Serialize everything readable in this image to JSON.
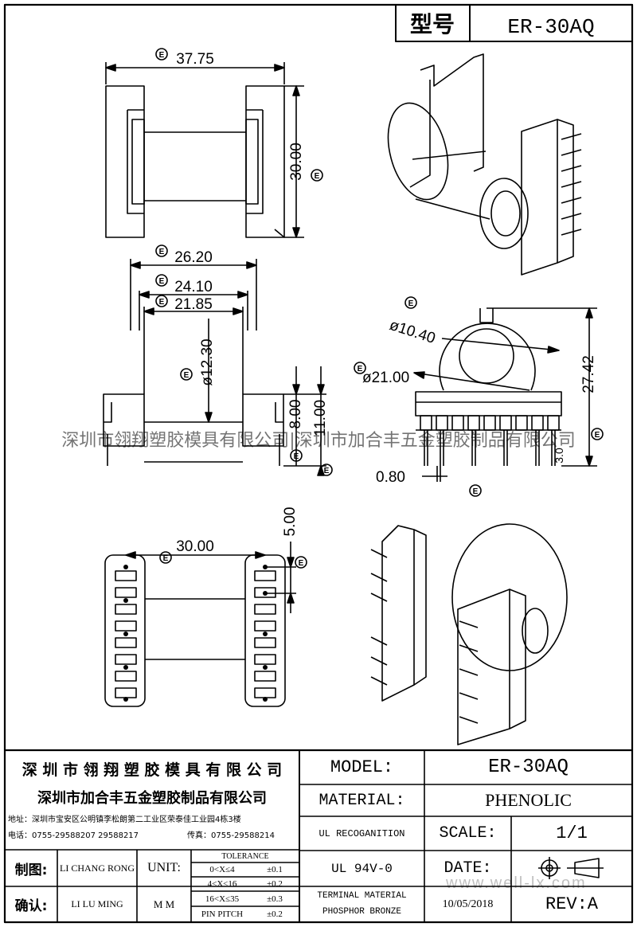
{
  "header": {
    "model_label": "型号",
    "model_value": "ER-30AQ"
  },
  "dimensions": {
    "width_top": "37.75",
    "height_top": "30.00",
    "w1": "26.20",
    "w2": "24.10",
    "w3": "21.85",
    "core_dia": "ø12.30",
    "h8": "8.00",
    "h11": "11.00",
    "dia_small": "ø10.40",
    "dia_large": "ø21.00",
    "height_side": "27.42",
    "pitch_small": "3.0",
    "pin_w": "0.80",
    "bottom_w": "30.00",
    "bottom_5": "5.00"
  },
  "marker": "E",
  "watermark": "深圳市翎翔塑胶模具有限公司|深圳市加合丰五金塑胶制品有限公司",
  "watermark2": "www.well-lx.com",
  "title_block": {
    "company1": "深 圳 市 翎 翔 塑 胶 模 具 有 限 公 司",
    "company2": "深圳市加合丰五金塑胶制品有限公司",
    "address": "地址：深圳市宝安区公明镇李松朗第二工业区荣泰佳工业园4栋3楼",
    "tel": "电话：0755-29588207  29588217",
    "fax": "传真：0755-29588214",
    "drawn_label": "制图:",
    "drawn_name": "LI CHANG RONG",
    "checked_label": "确认:",
    "checked_name": "LI LU MING",
    "unit_label": "UNIT:",
    "unit_value": "M M",
    "tolerance_title": "TOLERANCE",
    "tol1_range": "0<X≤4",
    "tol1_val": "±0.1",
    "tol2_range": "4<X≤16",
    "tol2_val": "±0.2",
    "tol3_range": "16<X≤35",
    "tol3_val": "±0.3",
    "tol4_range": "PIN PITCH",
    "tol4_val": "±0.2",
    "model_label": "MODEL:",
    "model_value": "ER-30AQ",
    "material_label": "MATERIAL:",
    "material_value": "PHENOLIC",
    "ul_label": "UL RECOGANITION",
    "ul_value": "UL 94V-0",
    "terminal_line1": "TERMINAL MATERIAL",
    "terminal_line2": "PHOSPHOR  BRONZE",
    "scale_label": "SCALE:",
    "scale_value": "1/1",
    "date_label": "DATE:",
    "date_value": "10/05/2018",
    "rev_label": "REV:",
    "rev_value": "A"
  },
  "colors": {
    "line": "#000000",
    "paper": "#ffffff"
  }
}
